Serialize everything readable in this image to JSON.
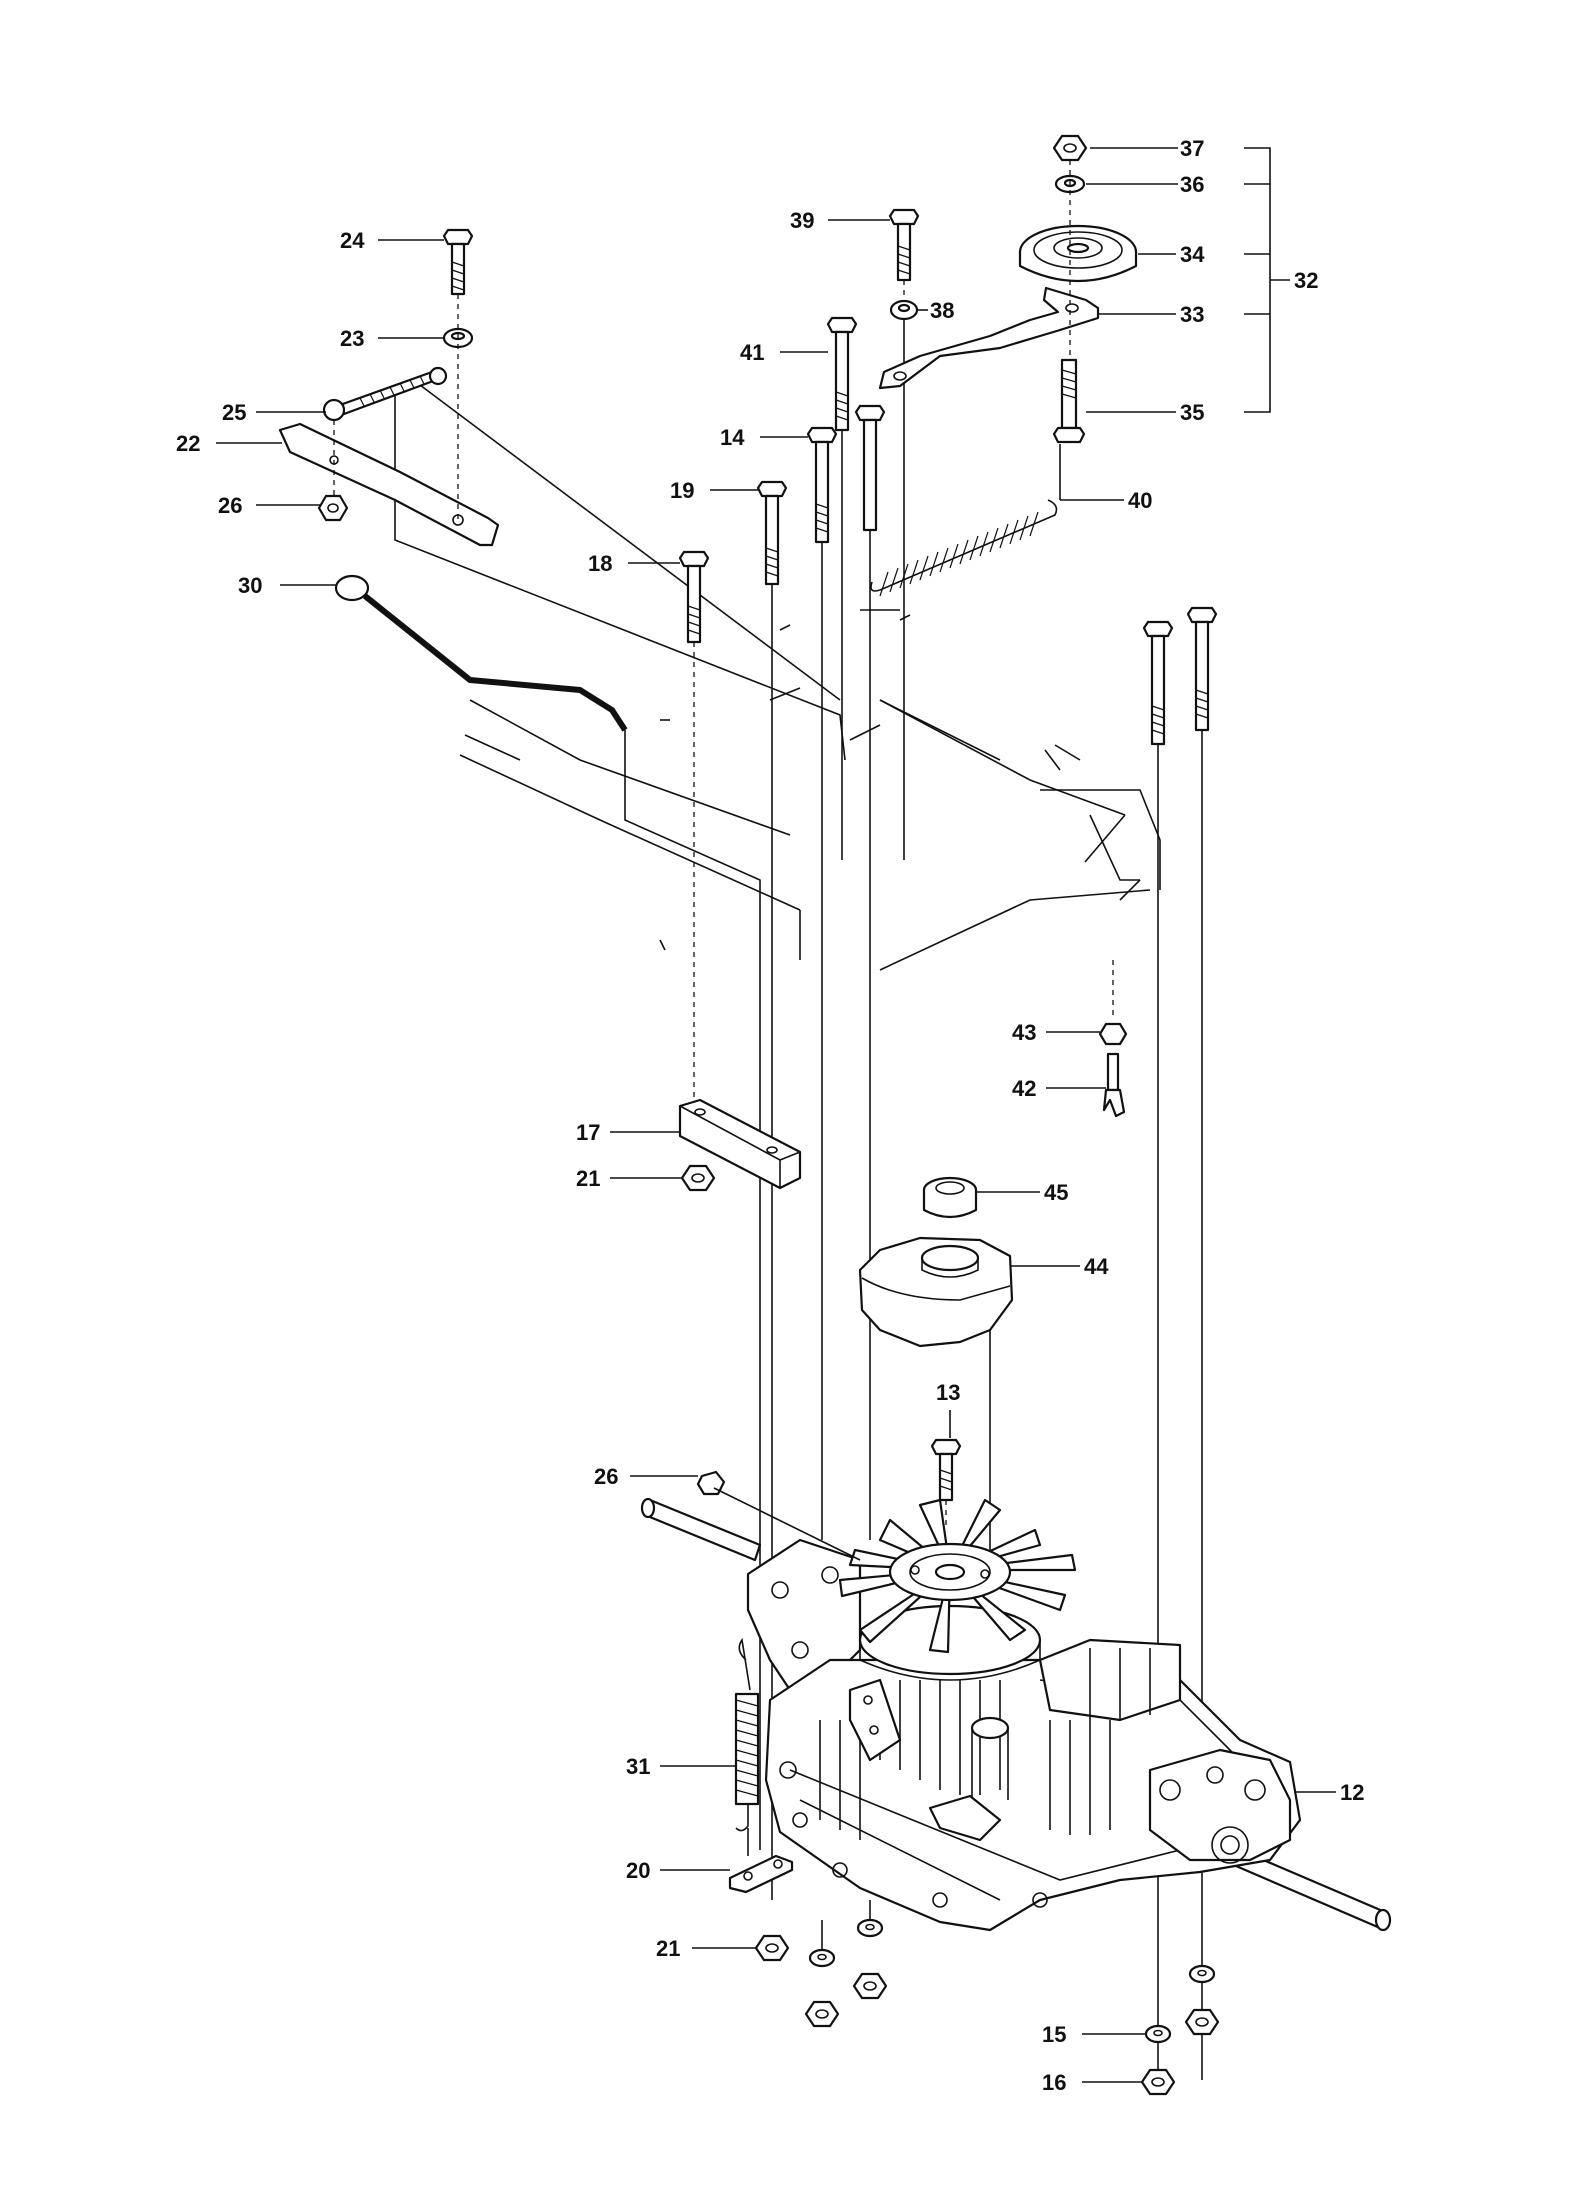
{
  "diagram": {
    "labels": {
      "l12": "12",
      "l13": "13",
      "l14": "14",
      "l15": "15",
      "l16": "16",
      "l17": "17",
      "l18": "18",
      "l19": "19",
      "l20": "20",
      "l21a": "21",
      "l21b": "21",
      "l22": "22",
      "l23": "23",
      "l24": "24",
      "l25": "25",
      "l26a": "26",
      "l26b": "26",
      "l30": "30",
      "l31": "31",
      "l32": "32",
      "l33": "33",
      "l34": "34",
      "l35": "35",
      "l36": "36",
      "l37": "37",
      "l38": "38",
      "l39": "39",
      "l40": "40",
      "l41": "41",
      "l42": "42",
      "l43": "43",
      "l44": "44",
      "l45": "45"
    }
  }
}
